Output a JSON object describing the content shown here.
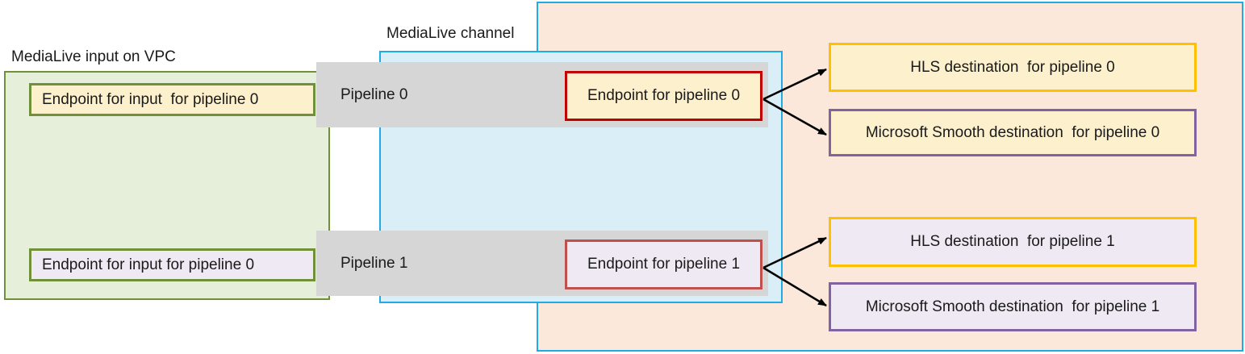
{
  "diagram": {
    "title_vpc": "MediaLive input on VPC",
    "title_channel": "MediaLive channel",
    "colors": {
      "vpc_border": "#71903a",
      "vpc_fill": "#e6efd9",
      "channel_border": "#1fabe4",
      "channel_outer_fill": "#fbe8da",
      "channel_inner_fill": "#d9eef6",
      "pipeline_fill": "#d6d6d6",
      "endpoint_border_0": "#c00000",
      "endpoint_border_1": "#c0504d",
      "endpoint_fill_0": "#fdf0cd",
      "endpoint_fill_1": "#eee9f2",
      "hls_border": "#ffc000",
      "smooth_border": "#8064a2",
      "arrow": "#000000"
    },
    "vpc": {
      "endpoints": [
        {
          "label": "Endpoint for input  for pipeline 0"
        },
        {
          "label": "Endpoint for input for pipeline 0"
        }
      ]
    },
    "channel": {
      "pipelines": [
        {
          "label": "Pipeline 0",
          "endpoint": "Endpoint for pipeline 0",
          "destinations": [
            {
              "label": "HLS destination  for pipeline 0",
              "kind": "hls"
            },
            {
              "label": "Microsoft Smooth destination  for pipeline 0",
              "kind": "smooth"
            }
          ]
        },
        {
          "label": "Pipeline 1",
          "endpoint": "Endpoint for pipeline 1",
          "destinations": [
            {
              "label": "HLS destination  for pipeline 1",
              "kind": "hls"
            },
            {
              "label": "Microsoft Smooth destination  for pipeline 1",
              "kind": "smooth"
            }
          ]
        }
      ]
    }
  }
}
